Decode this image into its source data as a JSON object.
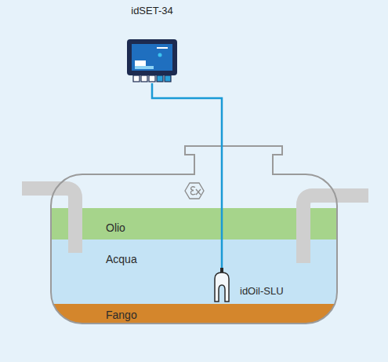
{
  "diagram": {
    "nodes": [
      {
        "text": [
          "idSET-34"
        ]
      },
      {
        "text": [
          "Olio"
        ]
      },
      {
        "text": [
          "Acqua"
        ]
      },
      {
        "text": [
          "idOil-SLU"
        ],
        "in": 2
      },
      {
        "text": [
          "Fango"
        ]
      }
    ],
    "edges": [
      {
        "from": 0,
        "to": 3,
        "arrow": "none"
      }
    ]
  }
}
